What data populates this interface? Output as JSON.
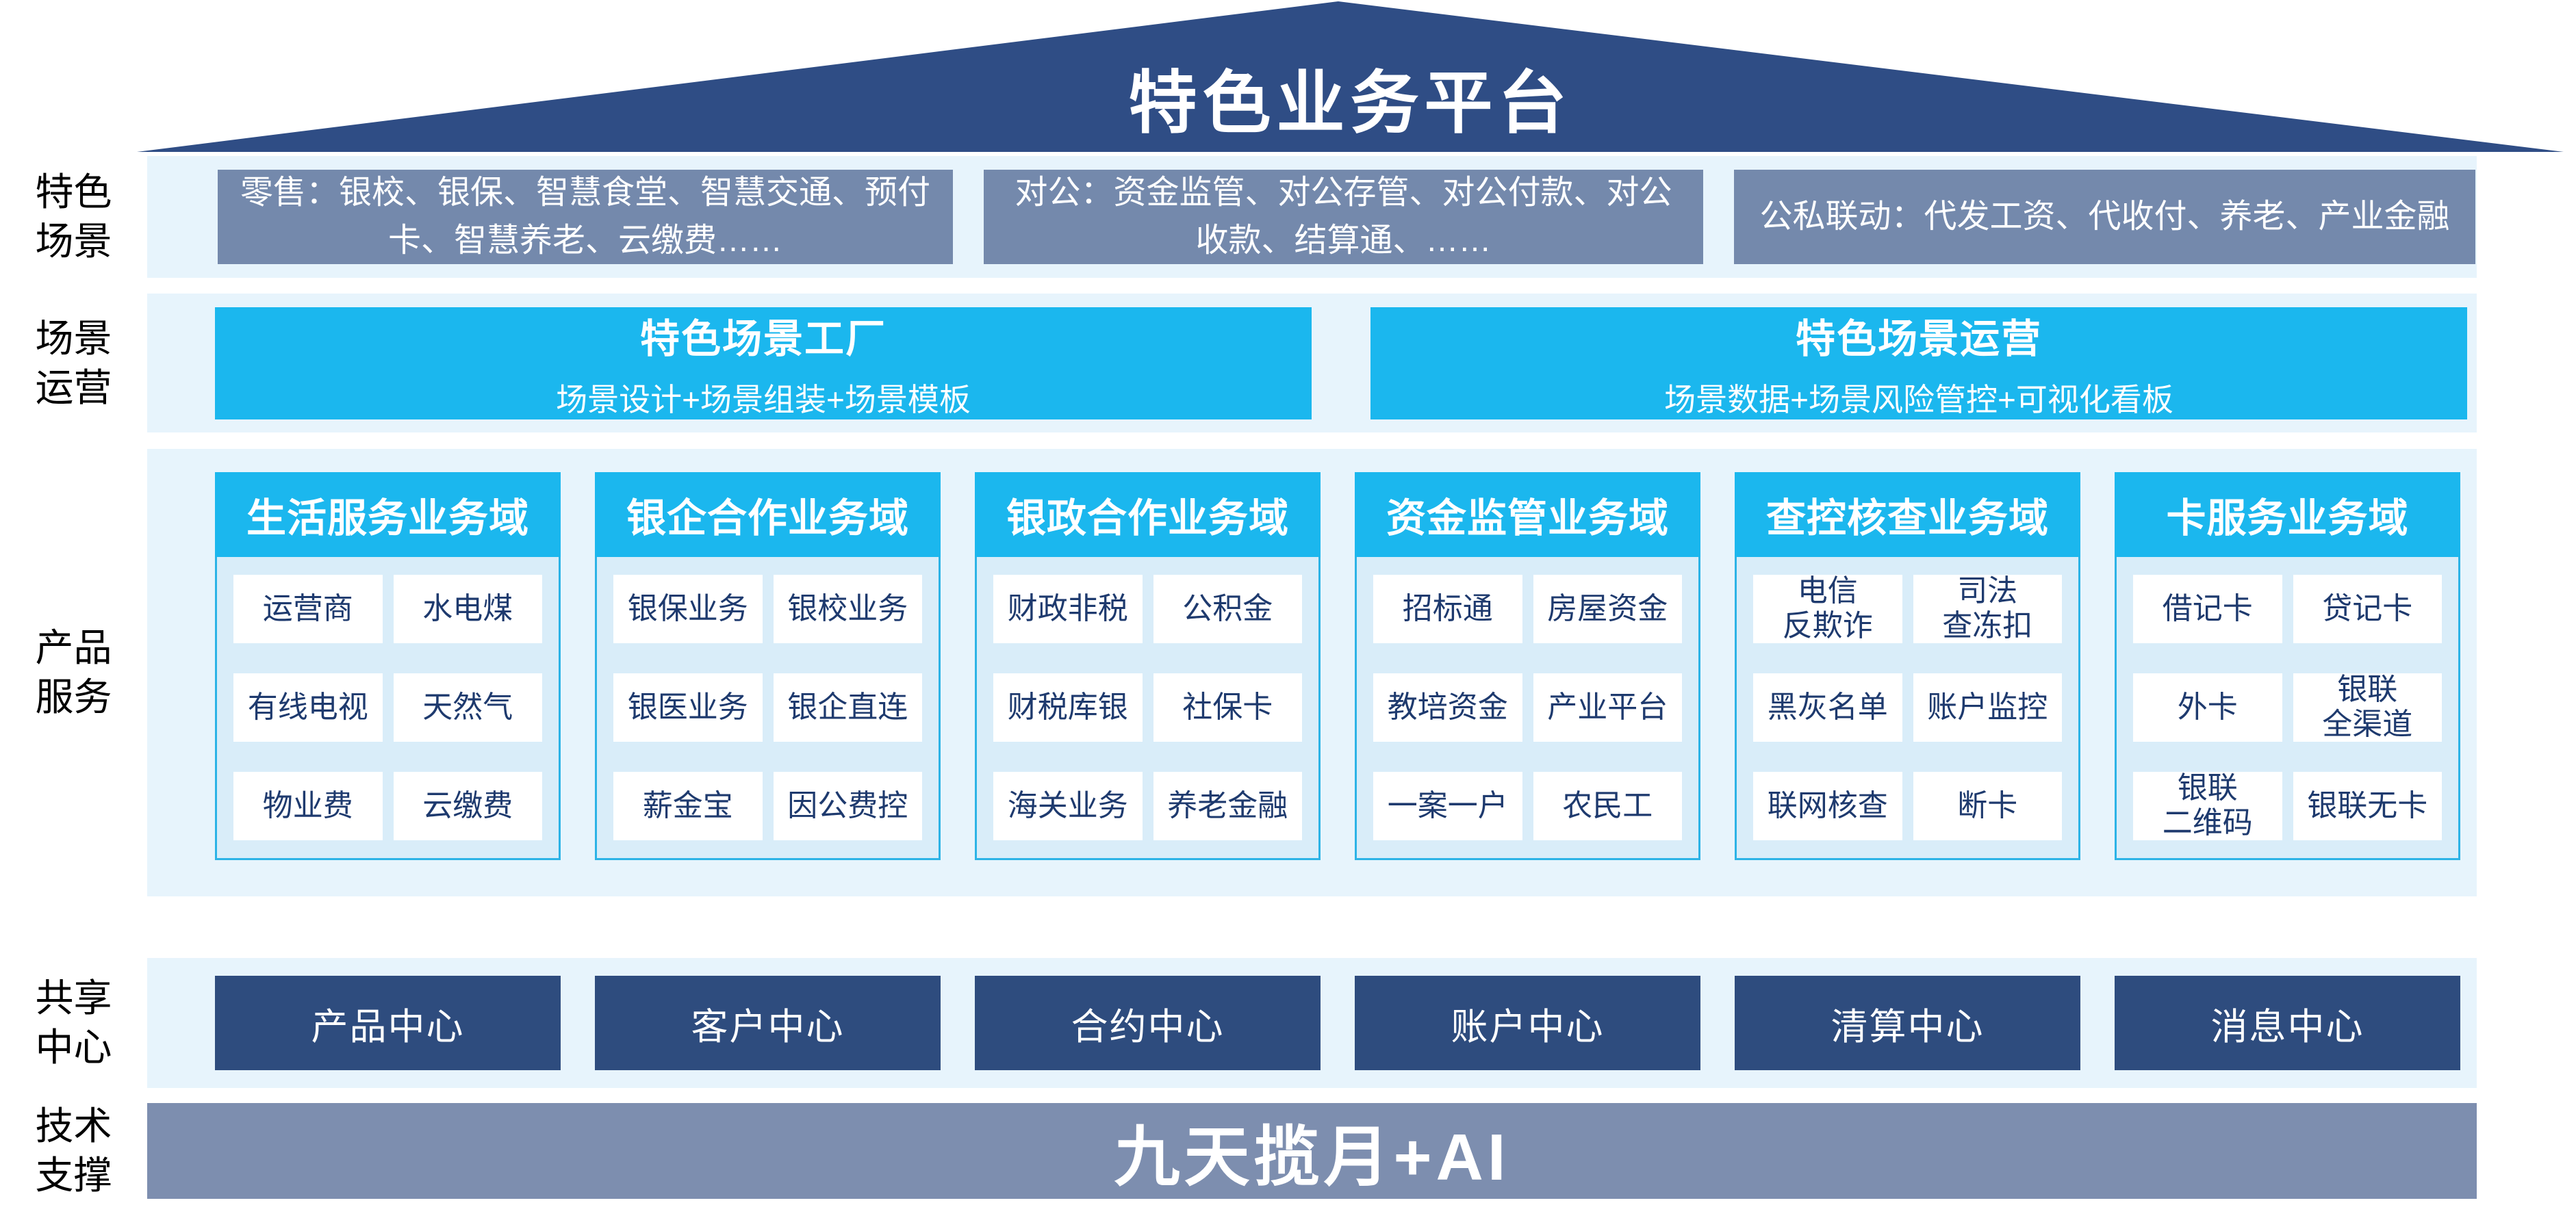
{
  "roof": {
    "title": "特色业务平台"
  },
  "colors": {
    "roof_navy": "#2F4D85",
    "slate_box": "#7489AC",
    "cyan": "#1BB7EE",
    "strip_bg": "#E7F4FC",
    "panel_bg": "#D9EDF9",
    "panel_border": "#2CB3E6",
    "cell_text": "#1E3A6E",
    "center_box_navy": "#2E4C7E",
    "tech_bar": "#7D8EAF"
  },
  "scenes": {
    "label": "特色\n场景",
    "boxes": [
      "零售：银校、银保、智慧食堂、智慧交通、预付卡、智慧养老、云缴费……",
      "对公：资金监管、对公存管、对公付款、对公收款、结算通、……",
      "公私联动：代发工资、代收付、养老、产业金融"
    ]
  },
  "operation": {
    "label": "场景\n运营",
    "boxes": [
      {
        "title": "特色场景工厂",
        "subtitle": "场景设计+场景组装+场景模板"
      },
      {
        "title": "特色场景运营",
        "subtitle": "场景数据+场景风险管控+可视化看板"
      }
    ]
  },
  "products": {
    "label": "产品\n服务",
    "columns": [
      {
        "header": "生活服务业务域",
        "items": [
          "运营商",
          "水电煤",
          "有线电视",
          "天然气",
          "物业费",
          "云缴费"
        ]
      },
      {
        "header": "银企合作业务域",
        "items": [
          "银保业务",
          "银校业务",
          "银医业务",
          "银企直连",
          "薪金宝",
          "因公费控"
        ]
      },
      {
        "header": "银政合作业务域",
        "items": [
          "财政非税",
          "公积金",
          "财税库银",
          "社保卡",
          "海关业务",
          "养老金融"
        ]
      },
      {
        "header": "资金监管业务域",
        "items": [
          "招标通",
          "房屋资金",
          "教培资金",
          "产业平台",
          "一案一户",
          "农民工"
        ]
      },
      {
        "header": "查控核查业务域",
        "items": [
          "电信\n反欺诈",
          "司法\n查冻扣",
          "黑灰名单",
          "账户监控",
          "联网核查",
          "断卡"
        ]
      },
      {
        "header": "卡服务业务域",
        "items": [
          "借记卡",
          "贷记卡",
          "外卡",
          "银联\n全渠道",
          "银联\n二维码",
          "银联无卡"
        ]
      }
    ]
  },
  "shared": {
    "label": "共享\n中心",
    "centers": [
      "产品中心",
      "客户中心",
      "合约中心",
      "账户中心",
      "清算中心",
      "消息中心"
    ]
  },
  "tech": {
    "label": "技术\n支撑",
    "banner": "九天揽月+AI"
  }
}
